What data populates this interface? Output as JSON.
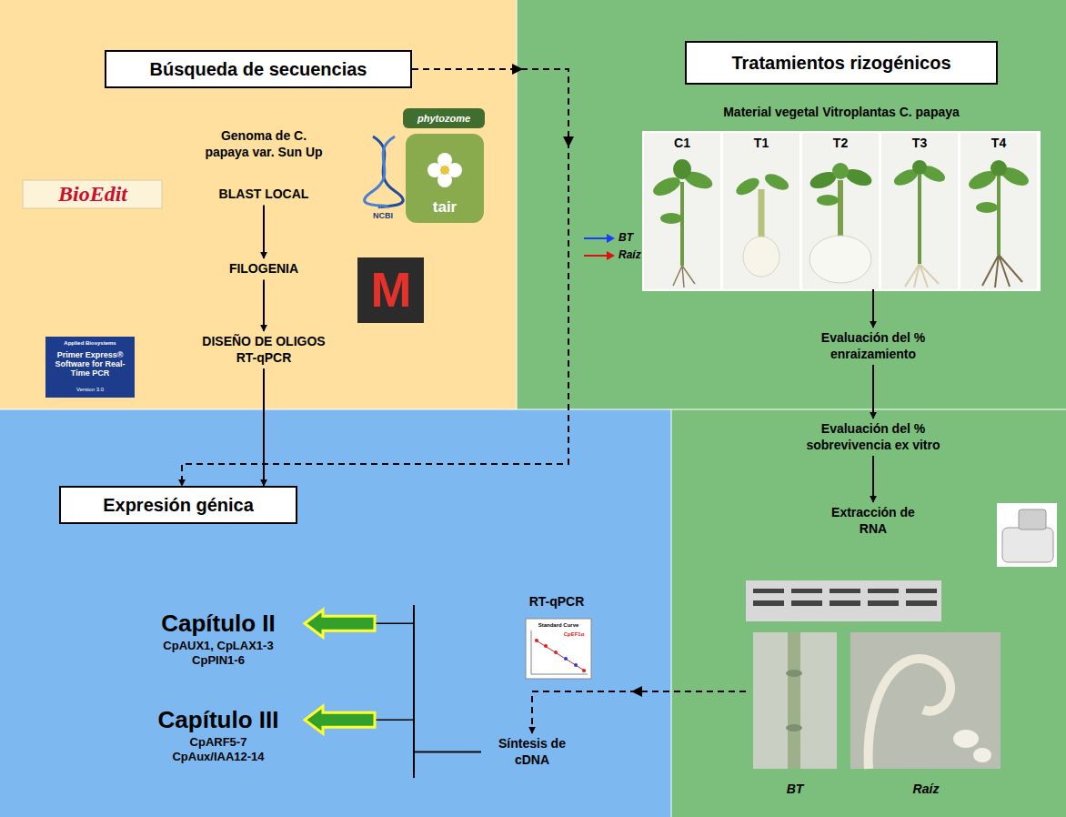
{
  "diagram": {
    "nodes": [
      {
        "text": [
          "Búsqueda de secuencias"
        ]
      },
      {
        "text": [
          "Genoma de C. papaya var. Sun Up"
        ]
      },
      {
        "text": [
          "BLAST LOCAL"
        ]
      },
      {
        "text": [
          "FILOGENIA"
        ]
      },
      {
        "text": [
          "DISEÑO DE OLIGOS RT-qPCR"
        ]
      },
      {
        "text": [
          "Tratamientos rizogénicos"
        ]
      },
      {
        "text": [
          "Material vegetal Vitroplantas C. papaya"
        ]
      },
      {
        "text": [
          "Evaluación del % enraizamiento"
        ]
      },
      {
        "text": [
          "Evaluación del % sobrevivencia ex vitro"
        ]
      },
      {
        "text": [
          "Extracción de RNA"
        ]
      },
      {
        "text": [
          "Síntesis de cDNA"
        ]
      },
      {
        "text": [
          "RT-qPCR"
        ]
      },
      {
        "text": [
          "Expresión génica"
        ]
      },
      {
        "text": [
          "Capítulo II",
          "CpAUX1, CpLAX1-3 CpPIN1-6"
        ]
      },
      {
        "text": [
          "Capítulo III",
          "CpARF5-7 CpAux/IAA12-14"
        ]
      }
    ],
    "edges": [
      {
        "from": 0,
        "to": 12,
        "arrow": "to"
      },
      {
        "from": 2,
        "to": 3,
        "arrow": "to"
      },
      {
        "from": 3,
        "to": 4,
        "arrow": "to"
      },
      {
        "from": 4,
        "to": 12,
        "arrow": "to"
      },
      {
        "from": 6,
        "to": 7,
        "arrow": "to"
      },
      {
        "from": 7,
        "to": 8,
        "arrow": "to"
      },
      {
        "from": 8,
        "to": 9,
        "arrow": "to"
      },
      {
        "from": 9,
        "to": 10,
        "arrow": "to"
      },
      {
        "from": 10,
        "to": 13,
        "arrow": "to"
      },
      {
        "from": 10,
        "to": 14,
        "arrow": "to"
      }
    ],
    "labels": [
      "BioEdit",
      "NCBI",
      "phytozome",
      "tair",
      "M",
      "Applied Biosystems",
      "Primer Express® Software for Real-Time PCR",
      "Version 3.0",
      "C1",
      "T1",
      "T2",
      "T3",
      "T4",
      "Standard Curve",
      "CpEF1α",
      "BT",
      "Raíz"
    ],
    "legend": [
      {
        "text": "BT"
      },
      {
        "text": "Raíz"
      }
    ]
  }
}
